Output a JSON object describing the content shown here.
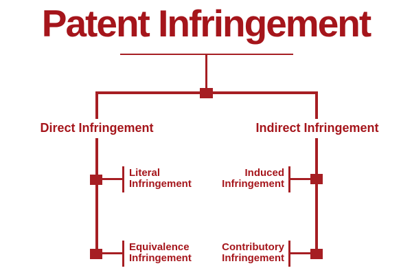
{
  "diagram": {
    "title": "Patent Infringement",
    "colors": {
      "title": "#A5151B",
      "line": "#A61E23",
      "background": "#FFFFFF"
    },
    "branches": [
      {
        "label": "Direct Infringement",
        "children": [
          {
            "label": "Literal\nInfringement"
          },
          {
            "label": "Equivalence\nInfringement"
          }
        ]
      },
      {
        "label": "Indirect Infringement",
        "children": [
          {
            "label": "Induced\nInfringement"
          },
          {
            "label": "Contributory\nInfringement"
          }
        ]
      }
    ]
  }
}
